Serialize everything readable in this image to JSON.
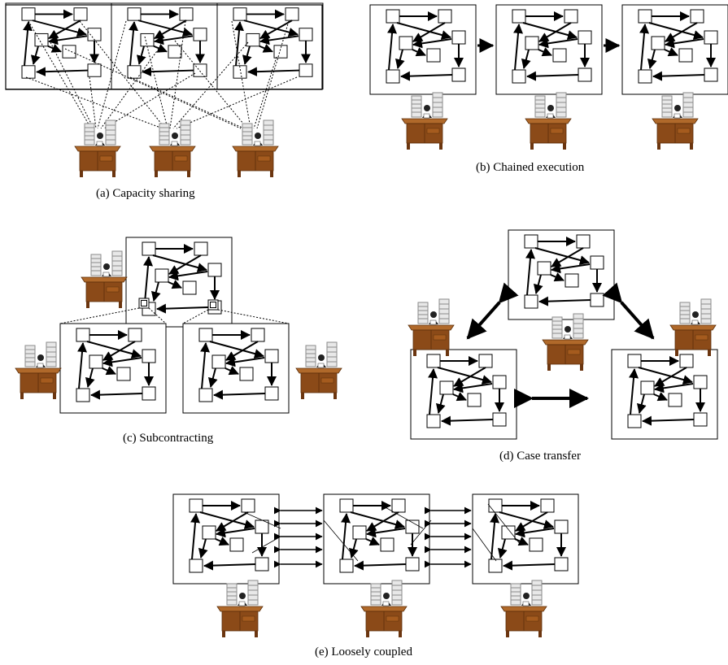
{
  "captions": {
    "a": "(a) Capacity sharing",
    "b": "(b) Chained execution",
    "c": "(c) Subcontracting",
    "d": "(d) Case transfer",
    "e": "(e) Loosely coupled"
  },
  "colors": {
    "ink": "#000000",
    "desk_top": "#b0692a",
    "desk_body": "#8b4a18",
    "paper": "#e8e8e8",
    "paper_edge": "#8a8a8a"
  },
  "icons": [
    "workflow-process-icon",
    "office-desk-icon",
    "bidirectional-arrow-icon",
    "arrow-right-icon"
  ]
}
